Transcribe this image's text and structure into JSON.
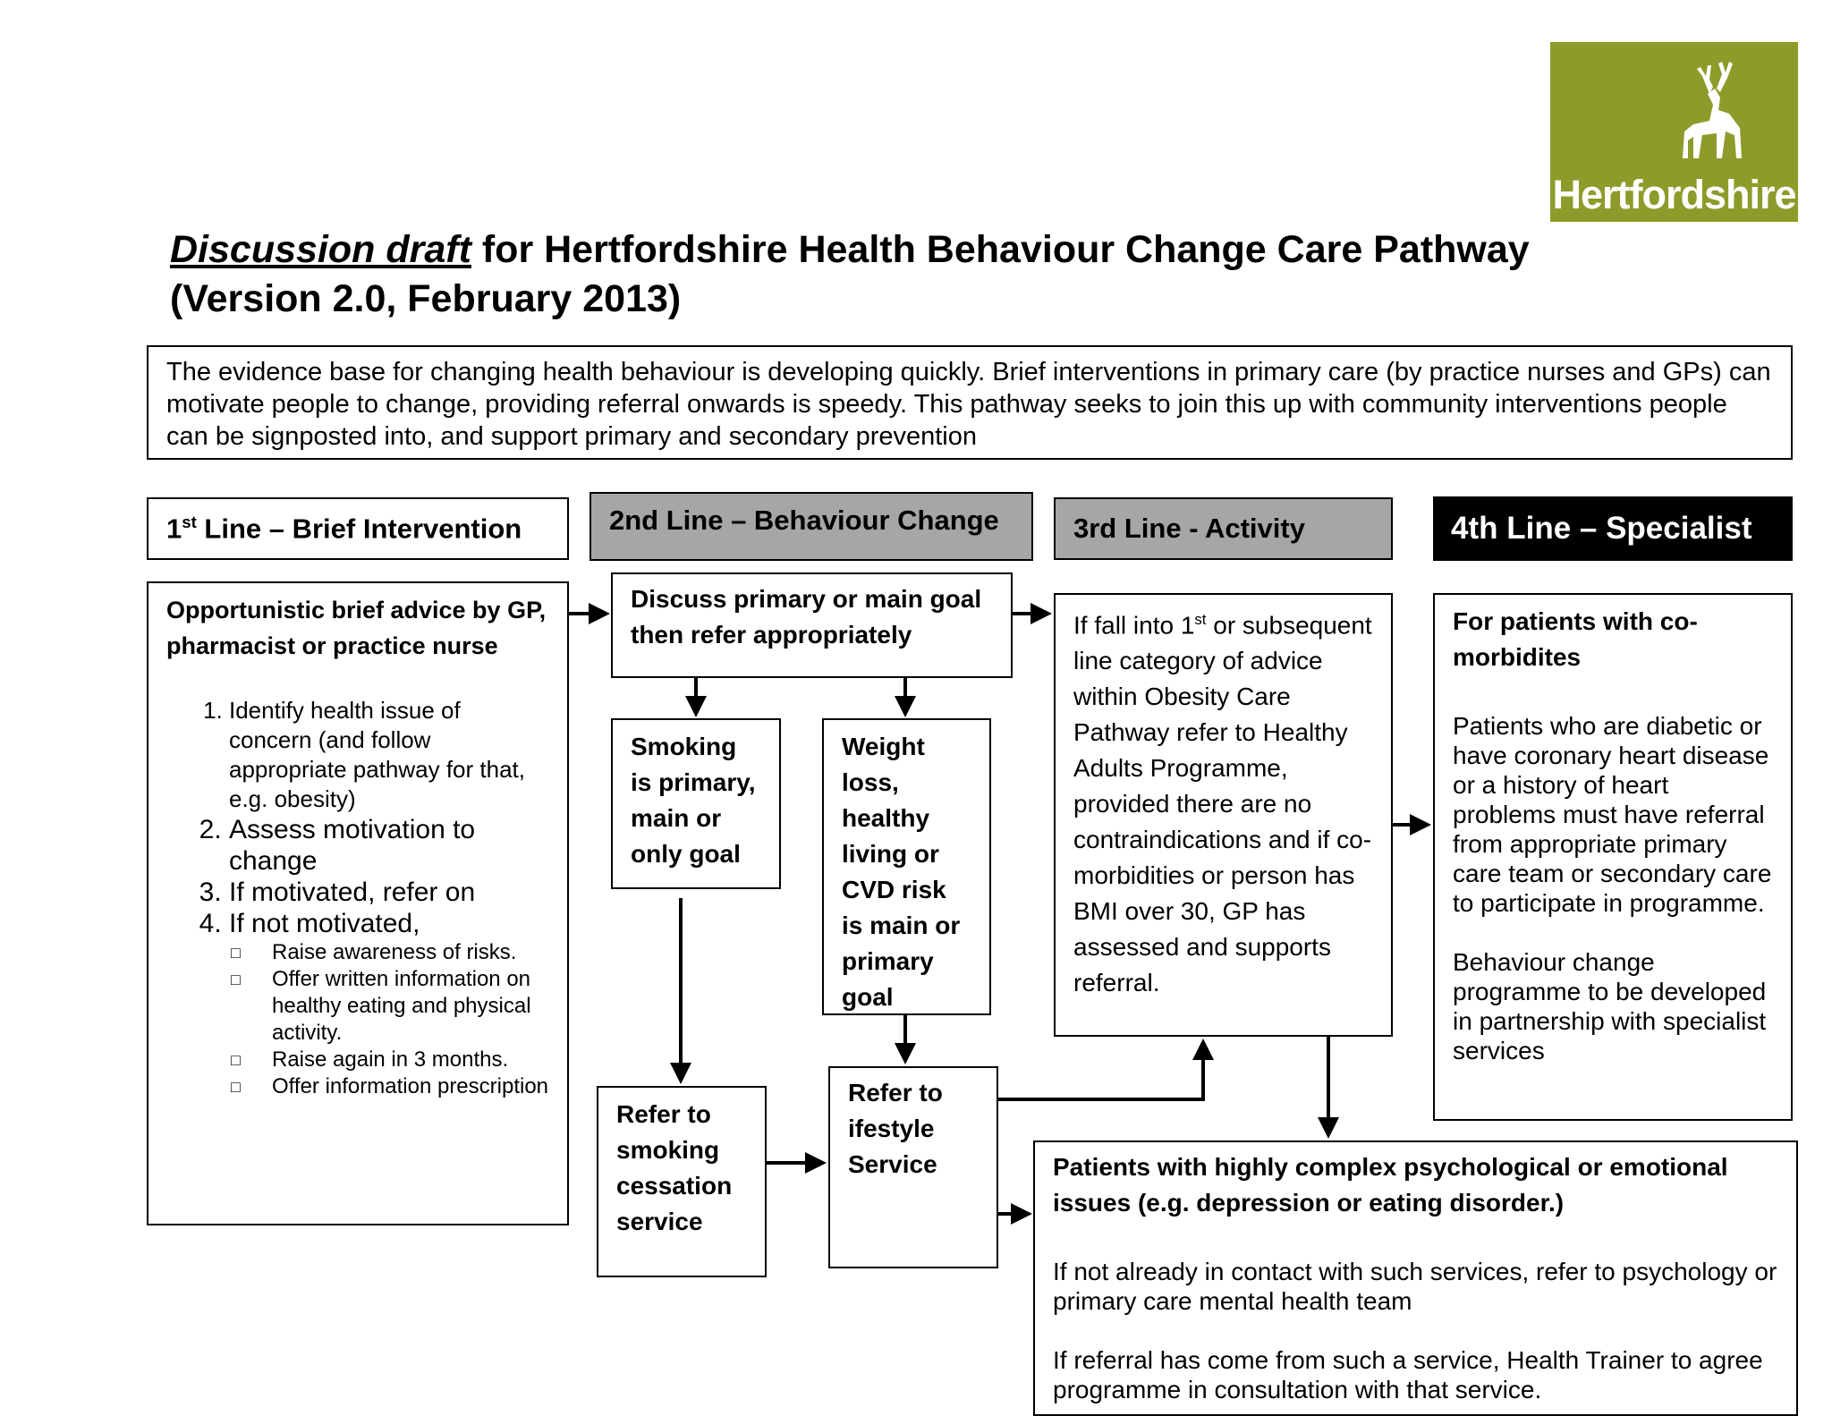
{
  "logo": {
    "text": "Hertfordshire",
    "icon": "stag-icon",
    "color": "#8e9b2a"
  },
  "title": {
    "emphasis": "Discussion draft",
    "line1_rest": " for Hertfordshire Health Behaviour Change Care Pathway",
    "line2": "(Version 2.0, February 2013)"
  },
  "intro": "The evidence base for changing health behaviour is developing quickly. Brief interventions in primary care (by practice nurses and GPs) can motivate people to change, providing referral onwards is speedy. This pathway seeks to join this up with community interventions people can be signposted into, and support primary and secondary prevention",
  "headers": {
    "h1_pre": "1",
    "h1_sup": "st",
    "h1_post": " Line – Brief Intervention",
    "h2": "2nd Line – Behaviour Change",
    "h3": "3rd Line - Activity",
    "h4": "4th Line – Specialist"
  },
  "col1": {
    "lead": "Opportunistic brief advice by GP, pharmacist or practice nurse",
    "steps": [
      "Identify health issue of concern (and follow appropriate pathway for that, e.g. obesity)",
      "Assess motivation to change",
      "If motivated, refer on",
      "If not motivated,"
    ],
    "substeps": [
      "Raise awareness of risks.",
      "Offer written information on healthy eating and physical activity.",
      "Raise again in 3 months.",
      "Offer information prescription"
    ]
  },
  "col2": {
    "discuss": "Discuss primary or main goal then refer appropriately",
    "smoking": "Smoking is primary, main or only goal",
    "weight": "Weight loss, healthy living or CVD risk is main or primary goal",
    "refer_smoking": "Refer to smoking cessation service",
    "refer_lifestyle": "Refer to ifestyle Service"
  },
  "col3": {
    "pre": "If fall into 1",
    "sup": "st",
    "post": " or subsequent line category of advice within Obesity Care Pathway refer to Healthy Adults Programme, provided there are no contraindications and if co-morbidities or person has BMI over 30, GP has assessed and supports referral."
  },
  "col4": {
    "lead": "For patients with co-morbidites",
    "p1": "Patients who are diabetic or have coronary heart disease or a history of heart problems must have referral from appropriate primary care team or secondary care to participate in programme.",
    "p2": "Behaviour change programme to be developed in partnership with specialist services"
  },
  "bottom": {
    "lead": "Patients with highly complex psychological or emotional issues (e.g. depression or eating disorder.)",
    "p1": "If not already in contact with such services, refer to psychology or primary care mental health team",
    "p2": "If referral has come from such a service, Health Trainer to agree programme in consultation with that service."
  }
}
